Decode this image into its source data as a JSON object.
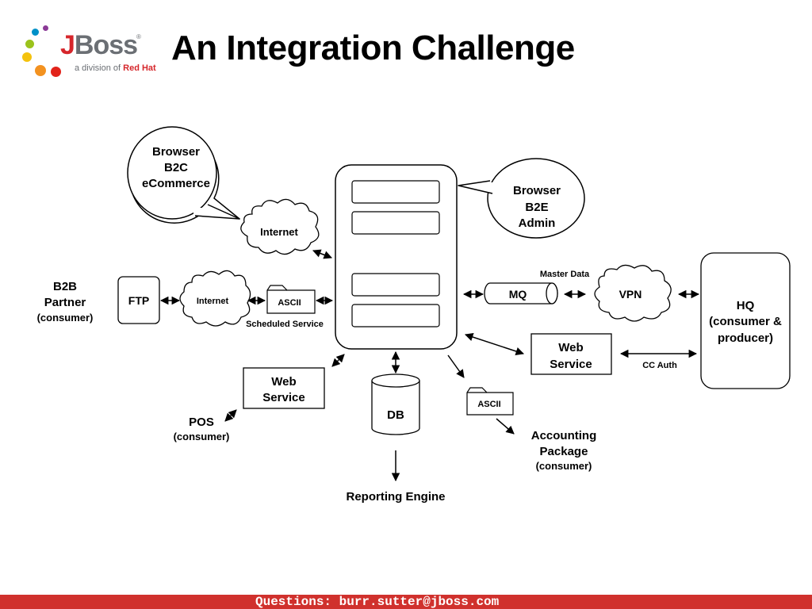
{
  "header": {
    "title": "An Integration Challenge",
    "logo": {
      "brand": "JBoss",
      "tagline_prefix": "a division of ",
      "tagline_brand": "Red Hat",
      "registered": "®"
    }
  },
  "diagram": {
    "browser_b2c": [
      "Browser",
      "B2C",
      "eCommerce"
    ],
    "browser_b2e": [
      "Browser",
      "B2E",
      "Admin"
    ],
    "internet_top": "Internet",
    "internet_left": "Internet",
    "b2b_partner": [
      "B2B",
      "Partner",
      "(consumer)"
    ],
    "ftp": "FTP",
    "ascii_left": "ASCII",
    "scheduled_service": "Scheduled Service",
    "master_data": "Master Data",
    "mq": "MQ",
    "vpn": "VPN",
    "hq": [
      "HQ",
      "(consumer &",
      "producer)"
    ],
    "web_service_right": [
      "Web",
      "Service"
    ],
    "cc_auth": "CC Auth",
    "web_service_left": [
      "Web",
      "Service"
    ],
    "pos": [
      "POS",
      "(consumer)"
    ],
    "db": "DB",
    "ascii_bottom": "ASCII",
    "accounting": [
      "Accounting",
      "Package",
      "(consumer)"
    ],
    "reporting_engine": "Reporting Engine"
  },
  "footer": {
    "text": "Questions: burr.sutter@jboss.com"
  },
  "colors": {
    "brand_red": "#d0312d",
    "logo_grey": "#6b6f74"
  }
}
